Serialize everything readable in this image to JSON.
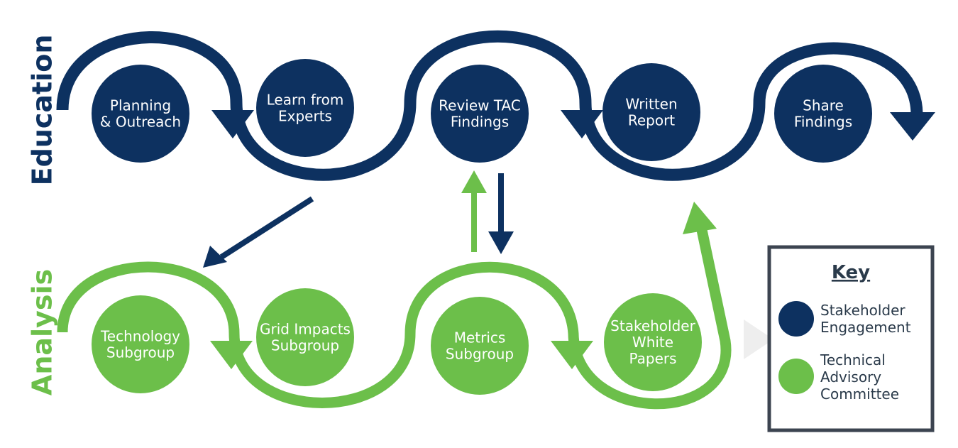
{
  "colors": {
    "navy": "#0d3160",
    "green": "#6cbf4a",
    "key_border": "#3c4450",
    "key_text": "#2a3a4a"
  },
  "rows": {
    "education": {
      "label": "Education"
    },
    "analysis": {
      "label": "Analysis"
    }
  },
  "education_nodes": [
    {
      "lines": [
        "Planning",
        "& Outreach"
      ]
    },
    {
      "lines": [
        "Learn from",
        "Experts"
      ]
    },
    {
      "lines": [
        "Review TAC",
        "Findings"
      ]
    },
    {
      "lines": [
        "Written",
        "Report"
      ]
    },
    {
      "lines": [
        "Share",
        "Findings"
      ]
    }
  ],
  "analysis_nodes": [
    {
      "lines": [
        "Technology",
        "Subgroup"
      ]
    },
    {
      "lines": [
        "Grid Impacts",
        "Subgroup"
      ]
    },
    {
      "lines": [
        "Metrics",
        "Subgroup"
      ]
    },
    {
      "lines": [
        "Stakeholder",
        "White",
        "Papers"
      ]
    }
  ],
  "key": {
    "title": "Key",
    "items": [
      {
        "swatch": "navy",
        "lines": [
          "Stakeholder",
          "Engagement"
        ]
      },
      {
        "swatch": "green",
        "lines": [
          "Technical",
          "Advisory",
          "Committee"
        ]
      }
    ]
  }
}
